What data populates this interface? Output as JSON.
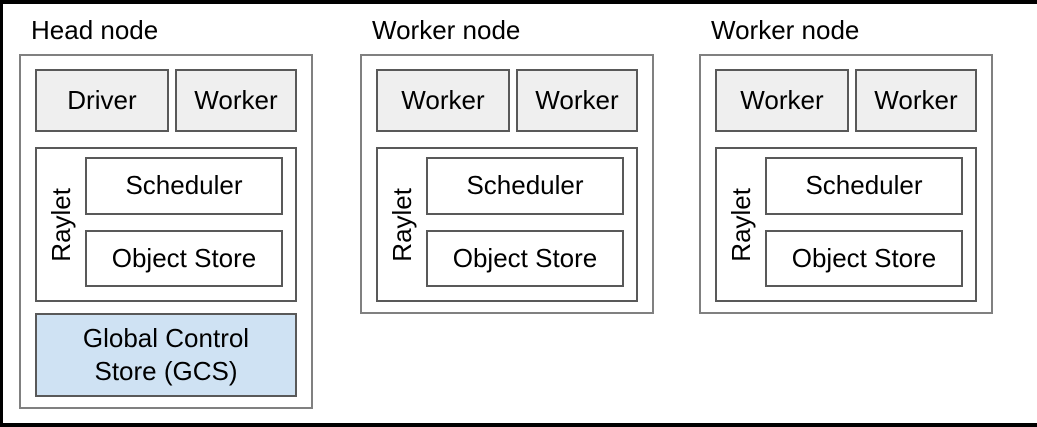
{
  "nodes": [
    {
      "title": "Head node",
      "processes": [
        "Driver",
        "Worker"
      ],
      "raylet": {
        "label": "Raylet",
        "components": [
          "Scheduler",
          "Object Store"
        ]
      },
      "gcs_label": "Global Control Store (GCS)"
    },
    {
      "title": "Worker node",
      "processes": [
        "Worker",
        "Worker"
      ],
      "raylet": {
        "label": "Raylet",
        "components": [
          "Scheduler",
          "Object Store"
        ]
      }
    },
    {
      "title": "Worker node",
      "processes": [
        "Worker",
        "Worker"
      ],
      "raylet": {
        "label": "Raylet",
        "components": [
          "Scheduler",
          "Object Store"
        ]
      }
    }
  ],
  "colors": {
    "frame_border": "#000000",
    "node_border": "#808080",
    "inner_border": "#595959",
    "process_fill": "#efefef",
    "gcs_fill": "#cfe2f3"
  }
}
